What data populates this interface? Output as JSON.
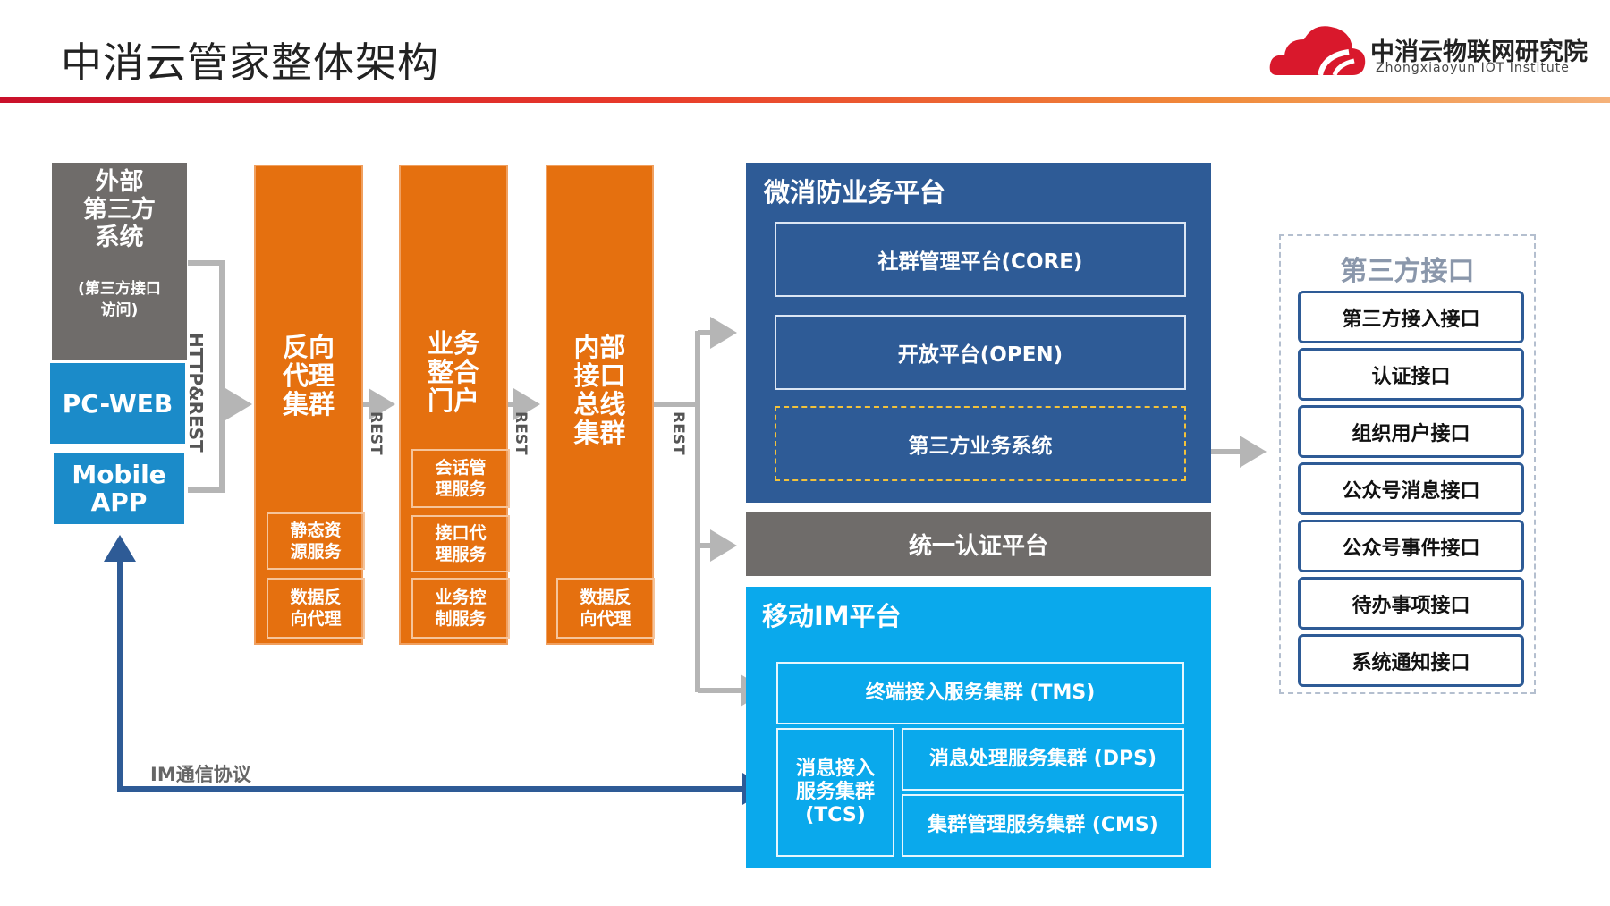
{
  "title": "中消云管家整体架构",
  "logo": {
    "name": "中消云物联网研究院",
    "subtitle": "Zhongxiaoyun IOT Institute"
  },
  "clients": {
    "third_party_title": [
      "外部",
      "第三方",
      "系统"
    ],
    "third_party_sub": [
      "(第三方接口",
      "访问)"
    ],
    "pc_web": "PC-WEB",
    "mobile_app": [
      "Mobile",
      "APP"
    ],
    "protocol": "HTTP&REST"
  },
  "clusters": [
    {
      "title": [
        "反向",
        "代理",
        "集群"
      ],
      "subs": [
        [
          "静态资",
          "源服务"
        ],
        [
          "数据反",
          "向代理"
        ]
      ]
    },
    {
      "title": [
        "业务",
        "整合",
        "门户"
      ],
      "subs": [
        [
          "会话管",
          "理服务"
        ],
        [
          "接口代",
          "理服务"
        ],
        [
          "业务控",
          "制服务"
        ]
      ]
    },
    {
      "title": [
        "内部",
        "接口",
        "总线",
        "集群"
      ],
      "subs": [
        [
          "数据反",
          "向代理"
        ]
      ]
    }
  ],
  "rest_labels": [
    "REST",
    "REST",
    "REST"
  ],
  "business_platform": {
    "title": "微消防业务平台",
    "items": [
      "社群管理平台(CORE)",
      "开放平台(OPEN)",
      "第三方业务系统"
    ]
  },
  "auth_platform": "统一认证平台",
  "im_platform": {
    "title": "移动IM平台",
    "tms": "终端接入服务集群 (TMS)",
    "tcs": [
      "消息接入",
      "服务集群",
      "(TCS)"
    ],
    "dps": "消息处理服务集群 (DPS)",
    "cms": "集群管理服务集群 (CMS)"
  },
  "third_party_api": {
    "title": "第三方接口",
    "items": [
      "第三方接入接口",
      "认证接口",
      "组织用户接口",
      "公众号消息接口",
      "公众号事件接口",
      "待办事项接口",
      "系统通知接口"
    ]
  },
  "im_protocol": "IM通信协议",
  "colors": {
    "orange": "#e5700f",
    "navy": "#2e5b96",
    "sky": "#0aa9ec",
    "gray": "#6f6c6a",
    "pc_blue": "#1b8bc9"
  }
}
